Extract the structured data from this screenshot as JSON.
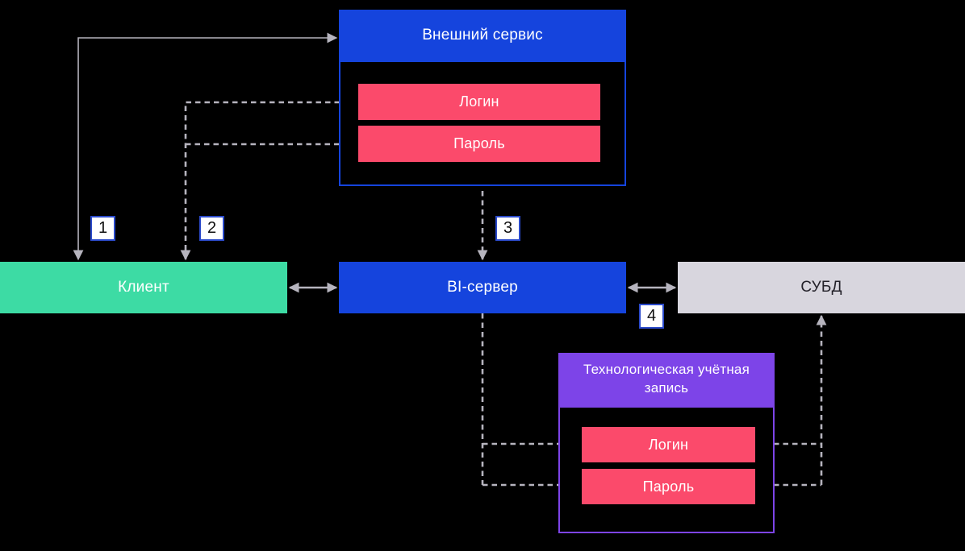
{
  "colors": {
    "background": "#000000",
    "blue": "#1544dd",
    "green": "#3ddba4",
    "pink": "#fb4a6b",
    "purple": "#7d44e8",
    "gray_box": "#d8d6de",
    "dark_text": "#232129",
    "line": "#b6b4be",
    "step_border": "#2b4acb"
  },
  "nodes": {
    "external_service": {
      "title": "Внешний сервис",
      "fields": [
        {
          "label": "Логин"
        },
        {
          "label": "Пароль"
        }
      ]
    },
    "client": {
      "label": "Клиент"
    },
    "bi_server": {
      "label": "BI-сервер"
    },
    "dbms": {
      "label": "СУБД"
    },
    "tech_account": {
      "title": "Технологическая учётная запись",
      "fields": [
        {
          "label": "Логин"
        },
        {
          "label": "Пароль"
        }
      ]
    }
  },
  "steps": [
    {
      "label": "1"
    },
    {
      "label": "2"
    },
    {
      "label": "3"
    },
    {
      "label": "4"
    }
  ]
}
